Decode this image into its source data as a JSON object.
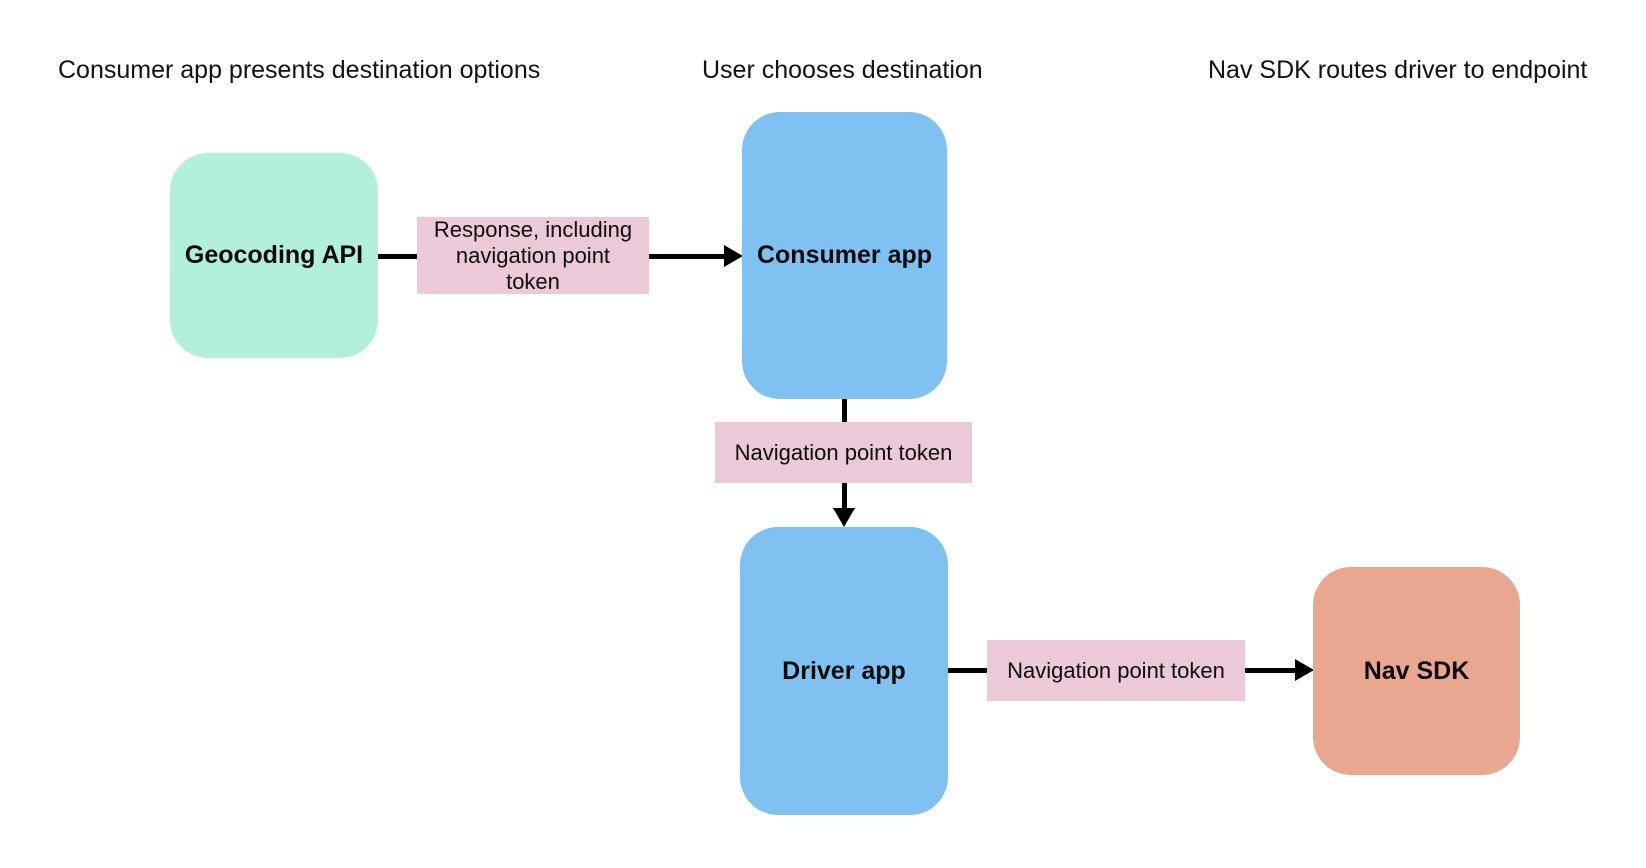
{
  "diagram": {
    "background_color": "#ffffff",
    "columns": [
      {
        "title": "Consumer app presents destination options"
      },
      {
        "title": "User chooses destination"
      },
      {
        "title": "Nav SDK routes driver to endpoint"
      }
    ],
    "nodes": [
      {
        "id": "geocoding-api",
        "label": "Geocoding API",
        "color": "#b2f0d9"
      },
      {
        "id": "consumer-app",
        "label": "Consumer app",
        "color": "#7fc1f1"
      },
      {
        "id": "driver-app",
        "label": "Driver app",
        "color": "#7fc1f1"
      },
      {
        "id": "nav-sdk",
        "label": "Nav SDK",
        "color": "#e8a78e"
      }
    ],
    "edges": [
      {
        "from": "geocoding-api",
        "to": "consumer-app",
        "label": "Response, including\nnavigation point\ntoken"
      },
      {
        "from": "consumer-app",
        "to": "driver-app",
        "label": "Navigation point token"
      },
      {
        "from": "driver-app",
        "to": "nav-sdk",
        "label": "Navigation point token"
      }
    ],
    "edge_label_background": "#ecc9d9",
    "arrow_color": "#000000",
    "text_color": "#0b0b0b"
  }
}
